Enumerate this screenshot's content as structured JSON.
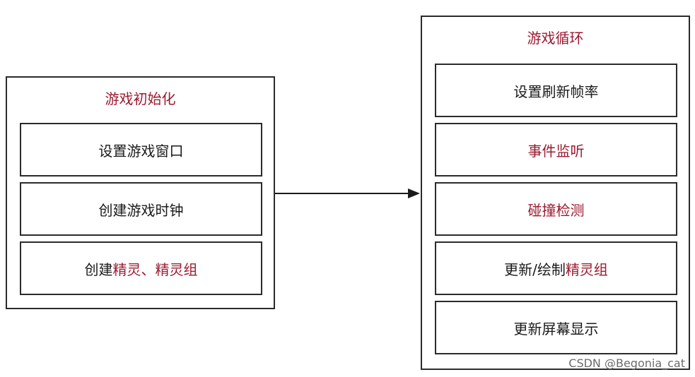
{
  "init": {
    "title": "游戏初始化",
    "steps": [
      {
        "parts": [
          {
            "text": "设置游戏窗口",
            "hl": false
          }
        ]
      },
      {
        "parts": [
          {
            "text": "创建游戏时钟",
            "hl": false
          }
        ]
      },
      {
        "parts": [
          {
            "text": "创建",
            "hl": false
          },
          {
            "text": "精灵、精灵组",
            "hl": true
          }
        ]
      }
    ]
  },
  "loop": {
    "title": "游戏循环",
    "steps": [
      {
        "parts": [
          {
            "text": "设置刷新帧率",
            "hl": false
          }
        ]
      },
      {
        "parts": [
          {
            "text": "事件监听",
            "hl": true
          }
        ]
      },
      {
        "parts": [
          {
            "text": "碰撞检测",
            "hl": true
          }
        ]
      },
      {
        "parts": [
          {
            "text": "更新/绘制",
            "hl": false
          },
          {
            "text": "精灵组",
            "hl": true
          }
        ]
      },
      {
        "parts": [
          {
            "text": "更新屏幕显示",
            "hl": false
          }
        ]
      }
    ]
  },
  "watermark": "CSDN @Begonia_cat",
  "colors": {
    "highlight": "#9b1b30",
    "text": "#1a1a1a",
    "border": "#2b2b2b"
  }
}
